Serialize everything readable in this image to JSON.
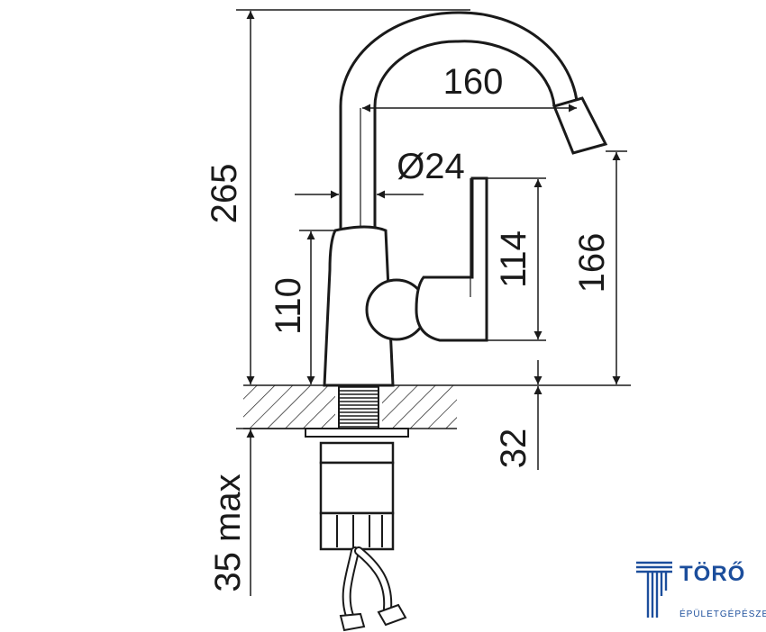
{
  "dimensions": {
    "total_height": "265",
    "spout_reach": "160",
    "spout_diameter": "Ø24",
    "body_height": "110",
    "handle_height": "114",
    "spout_outlet_height": "166",
    "counter_thickness": "32",
    "max_counter": "35 max"
  },
  "logo": {
    "name": "TÖRŐ",
    "tagline": "ÉPÜLETGÉPÉSZET",
    "color": "#1c4e9c"
  }
}
